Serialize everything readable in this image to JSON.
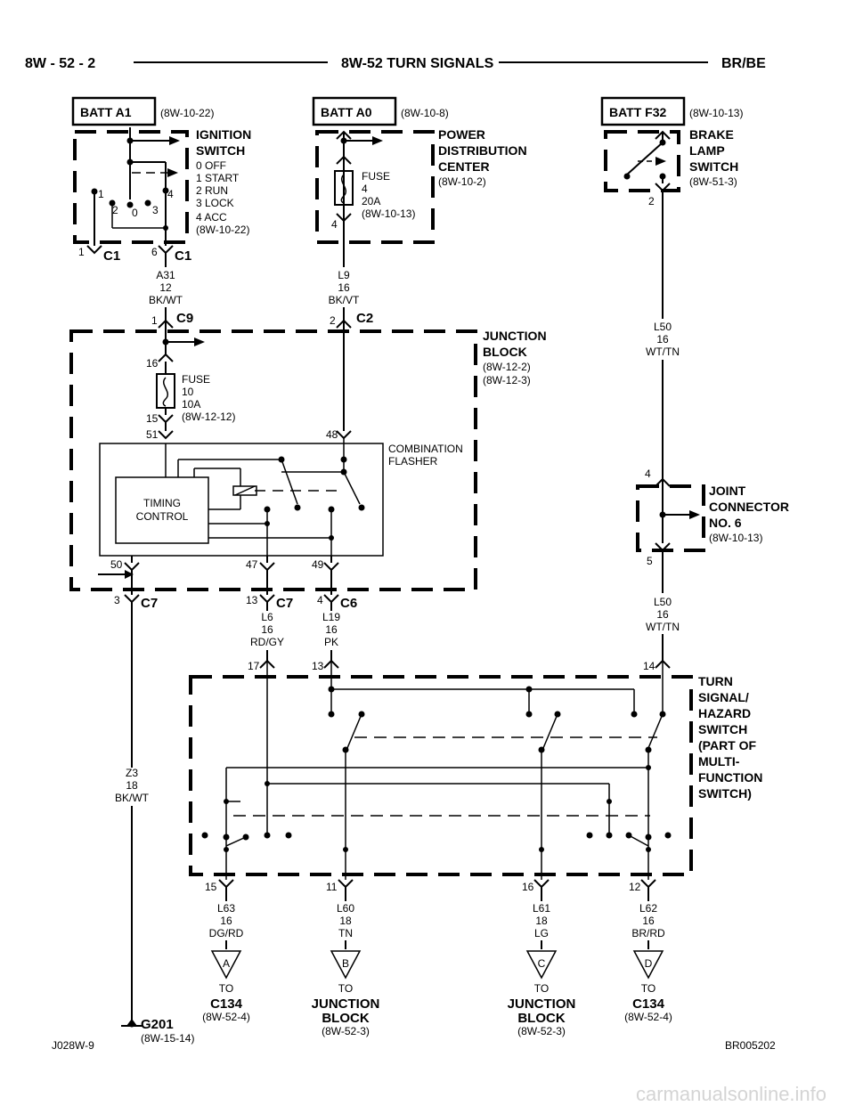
{
  "header": {
    "page_number": "8W - 52 - 2",
    "title": "8W-52 TURN SIGNALS",
    "model": "BR/BE"
  },
  "sources": [
    {
      "id": "batt_a1",
      "label": "BATT A1",
      "ref": "(8W-10-22)"
    },
    {
      "id": "batt_a0",
      "label": "BATT A0",
      "ref": "(8W-10-8)"
    },
    {
      "id": "batt_f32",
      "label": "BATT F32",
      "ref": "(8W-10-13)"
    }
  ],
  "ignition_switch": {
    "title_line1": "IGNITION",
    "title_line2": "SWITCH",
    "positions": [
      "0 OFF",
      "1 START",
      "2 RUN",
      "3 LOCK",
      "4 ACC"
    ],
    "ref": "(8W-10-22)",
    "contact_numbers": [
      "1",
      "2",
      "0",
      "3",
      "4"
    ],
    "pin_left": "1",
    "pin_right": "6",
    "conn_left": "C1",
    "conn_right": "C1"
  },
  "pdc": {
    "title_line1": "POWER",
    "title_line2": "DISTRIBUTION",
    "title_line3": "CENTER",
    "ref": "(8W-10-2)",
    "fuse_lines": [
      "FUSE",
      "4",
      "20A",
      "(8W-10-13)"
    ],
    "pin": "4"
  },
  "brake_switch": {
    "title_line1": "BRAKE",
    "title_line2": "LAMP",
    "title_line3": "SWITCH",
    "ref": "(8W-51-3)",
    "pin": "2"
  },
  "wires": {
    "a31": [
      "A31",
      "12",
      "BK/WT"
    ],
    "l9": [
      "L9",
      "16",
      "BK/VT"
    ],
    "l50_top": [
      "L50",
      "16",
      "WT/TN"
    ],
    "l50_bottom": [
      "L50",
      "16",
      "WT/TN"
    ],
    "l6": [
      "L6",
      "16",
      "RD/GY"
    ],
    "l19": [
      "L19",
      "16",
      "PK"
    ],
    "z3": [
      "Z3",
      "18",
      "BK/WT"
    ],
    "l63": [
      "L63",
      "16",
      "DG/RD"
    ],
    "l60": [
      "L60",
      "18",
      "TN"
    ],
    "l61": [
      "L61",
      "18",
      "LG"
    ],
    "l62": [
      "L62",
      "16",
      "BR/RD"
    ]
  },
  "junction_block": {
    "title_line1": "JUNCTION",
    "title_line2": "BLOCK",
    "refs": [
      "(8W-12-2)",
      "(8W-12-3)"
    ],
    "conn_c9_pin": "1",
    "conn_c9": "C9",
    "conn_c2_pin": "2",
    "conn_c2": "C2",
    "fuse_lines": [
      "FUSE",
      "10",
      "10A",
      "(8W-12-12)"
    ],
    "fuse_pin_top": "16",
    "fuse_pin_bottom": "15",
    "pin_51": "51",
    "pin_48": "48",
    "pin_50": "50",
    "pin_47": "47",
    "pin_49": "49",
    "flasher_line1": "COMBINATION",
    "flasher_line2": "FLASHER",
    "timing_line1": "TIMING",
    "timing_line2": "CONTROL",
    "c7_left_pin": "3",
    "c7_left": "C7",
    "c7_mid_pin": "13",
    "c7_mid": "C7",
    "c6_pin": "4",
    "c6": "C6"
  },
  "joint_connector": {
    "title_line1": "JOINT",
    "title_line2": "CONNECTOR",
    "title_line3": "NO. 6",
    "ref": "(8W-10-13)",
    "pin_top": "4",
    "pin_bottom": "5"
  },
  "turn_switch": {
    "title_lines": [
      "TURN",
      "SIGNAL/",
      "HAZARD",
      "SWITCH",
      "(PART OF",
      "MULTI-",
      "FUNCTION",
      "SWITCH)"
    ],
    "pin_17": "17",
    "pin_13": "13",
    "pin_14": "14",
    "pin_15": "15",
    "pin_11": "11",
    "pin_16": "16",
    "pin_12": "12"
  },
  "destinations": [
    {
      "letter": "A",
      "to": "TO",
      "name_line1": "C134",
      "name_line2": "",
      "ref": "(8W-52-4)"
    },
    {
      "letter": "B",
      "to": "TO",
      "name_line1": "JUNCTION",
      "name_line2": "BLOCK",
      "ref": "(8W-52-3)"
    },
    {
      "letter": "C",
      "to": "TO",
      "name_line1": "JUNCTION",
      "name_line2": "BLOCK",
      "ref": "(8W-52-3)"
    },
    {
      "letter": "D",
      "to": "TO",
      "name_line1": "C134",
      "name_line2": "",
      "ref": "(8W-52-4)"
    }
  ],
  "ground": {
    "label": "G201",
    "ref": "(8W-15-14)"
  },
  "footer": {
    "left_code": "J028W-9",
    "right_code": "BR005202"
  },
  "watermark": "carmanualsonline.info"
}
